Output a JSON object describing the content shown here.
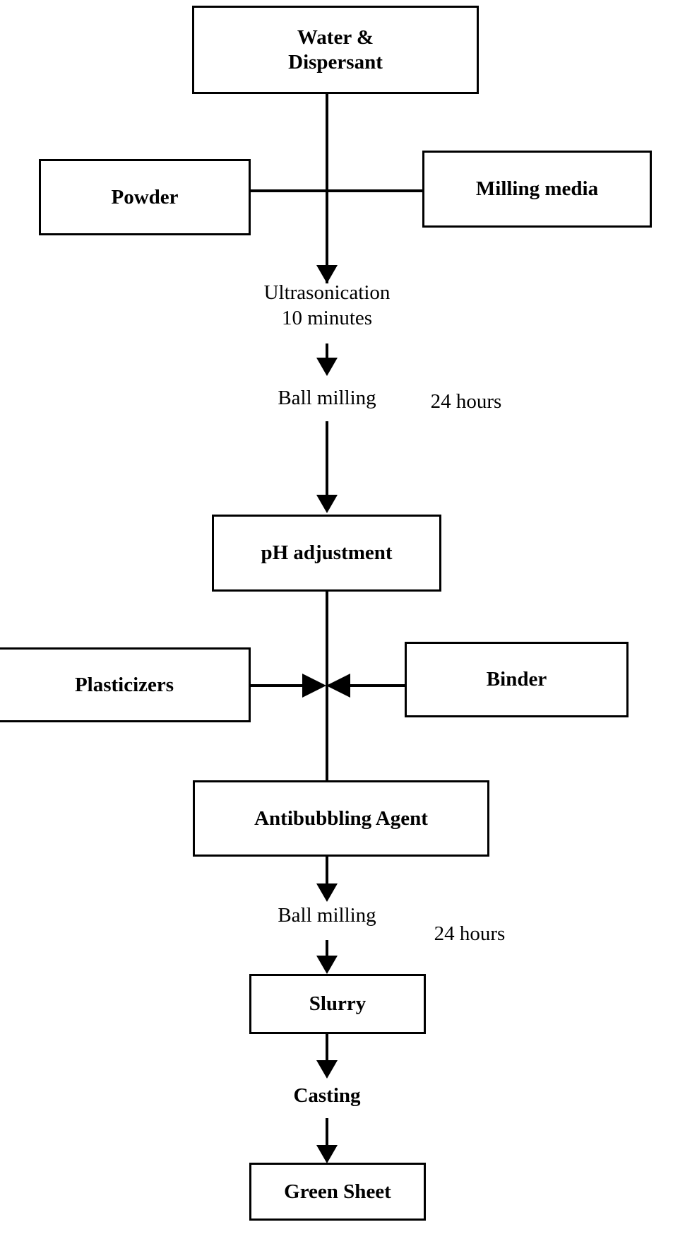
{
  "diagram": {
    "title": "Tape casting green sheet preparation flowchart",
    "background_color": "#ffffff",
    "line_color": "#000000"
  },
  "boxes": {
    "water_dispersant": "Water &\nDispersant",
    "powder": "Powder",
    "milling_media": "Milling media",
    "ph_adjustment": "pH adjustment",
    "plasticizers": "Plasticizers",
    "binder": "Binder",
    "antibubbling_agent": "Antibubbling Agent",
    "slurry": "Slurry",
    "green_sheet": "Green Sheet"
  },
  "process_labels": {
    "ultrasonication": "Ultrasonication\n10 minutes",
    "ball_milling_1": "Ball milling",
    "duration_1": "24 hours",
    "ball_milling_2": "Ball milling",
    "duration_2": "24 hours",
    "casting": "Casting"
  }
}
